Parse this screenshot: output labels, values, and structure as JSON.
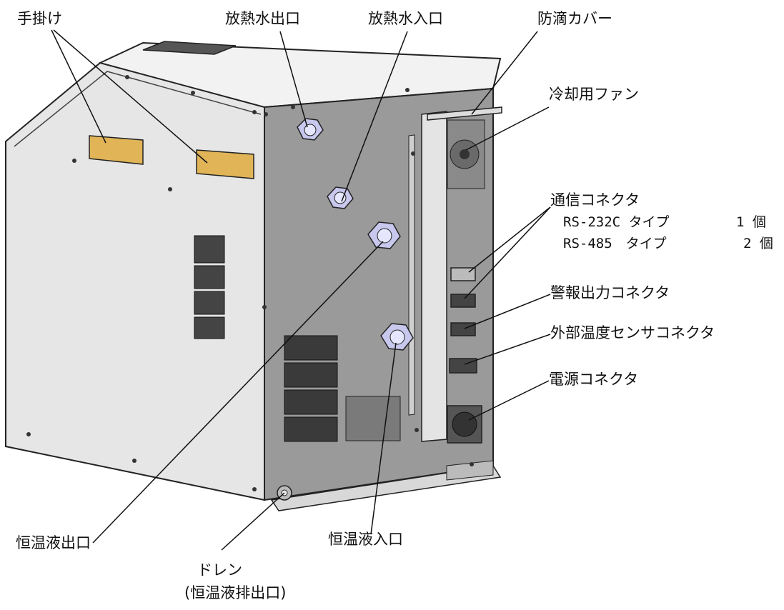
{
  "labels": {
    "handle": "手掛け",
    "heat_water_outlet": "放熱水出口",
    "heat_water_inlet": "放熱水入口",
    "drip_cover": "防滴カバー",
    "cooling_fan": "冷却用ファン",
    "comm_connector": "通信コネクタ",
    "rs232c_type": "RS-232C タイプ",
    "rs232c_qty": "1 個",
    "rs485_type": "RS-485　タイプ",
    "rs485_qty": "2 個",
    "alarm_connector": "警報出力コネクタ",
    "ext_temp_sensor_connector": "外部温度センサコネクタ",
    "power_connector": "電源コネクタ",
    "fluid_outlet": "恒温液出口",
    "fluid_inlet": "恒温液入口",
    "drain": "ドレン",
    "drain_note": "(恒温液排出口)"
  },
  "colors": {
    "side_panel": "#e6e6e6",
    "back_panel": "#9a9a9a",
    "handle": "#e0b457",
    "fitting": "#c8c8ee",
    "outline": "#222222"
  }
}
